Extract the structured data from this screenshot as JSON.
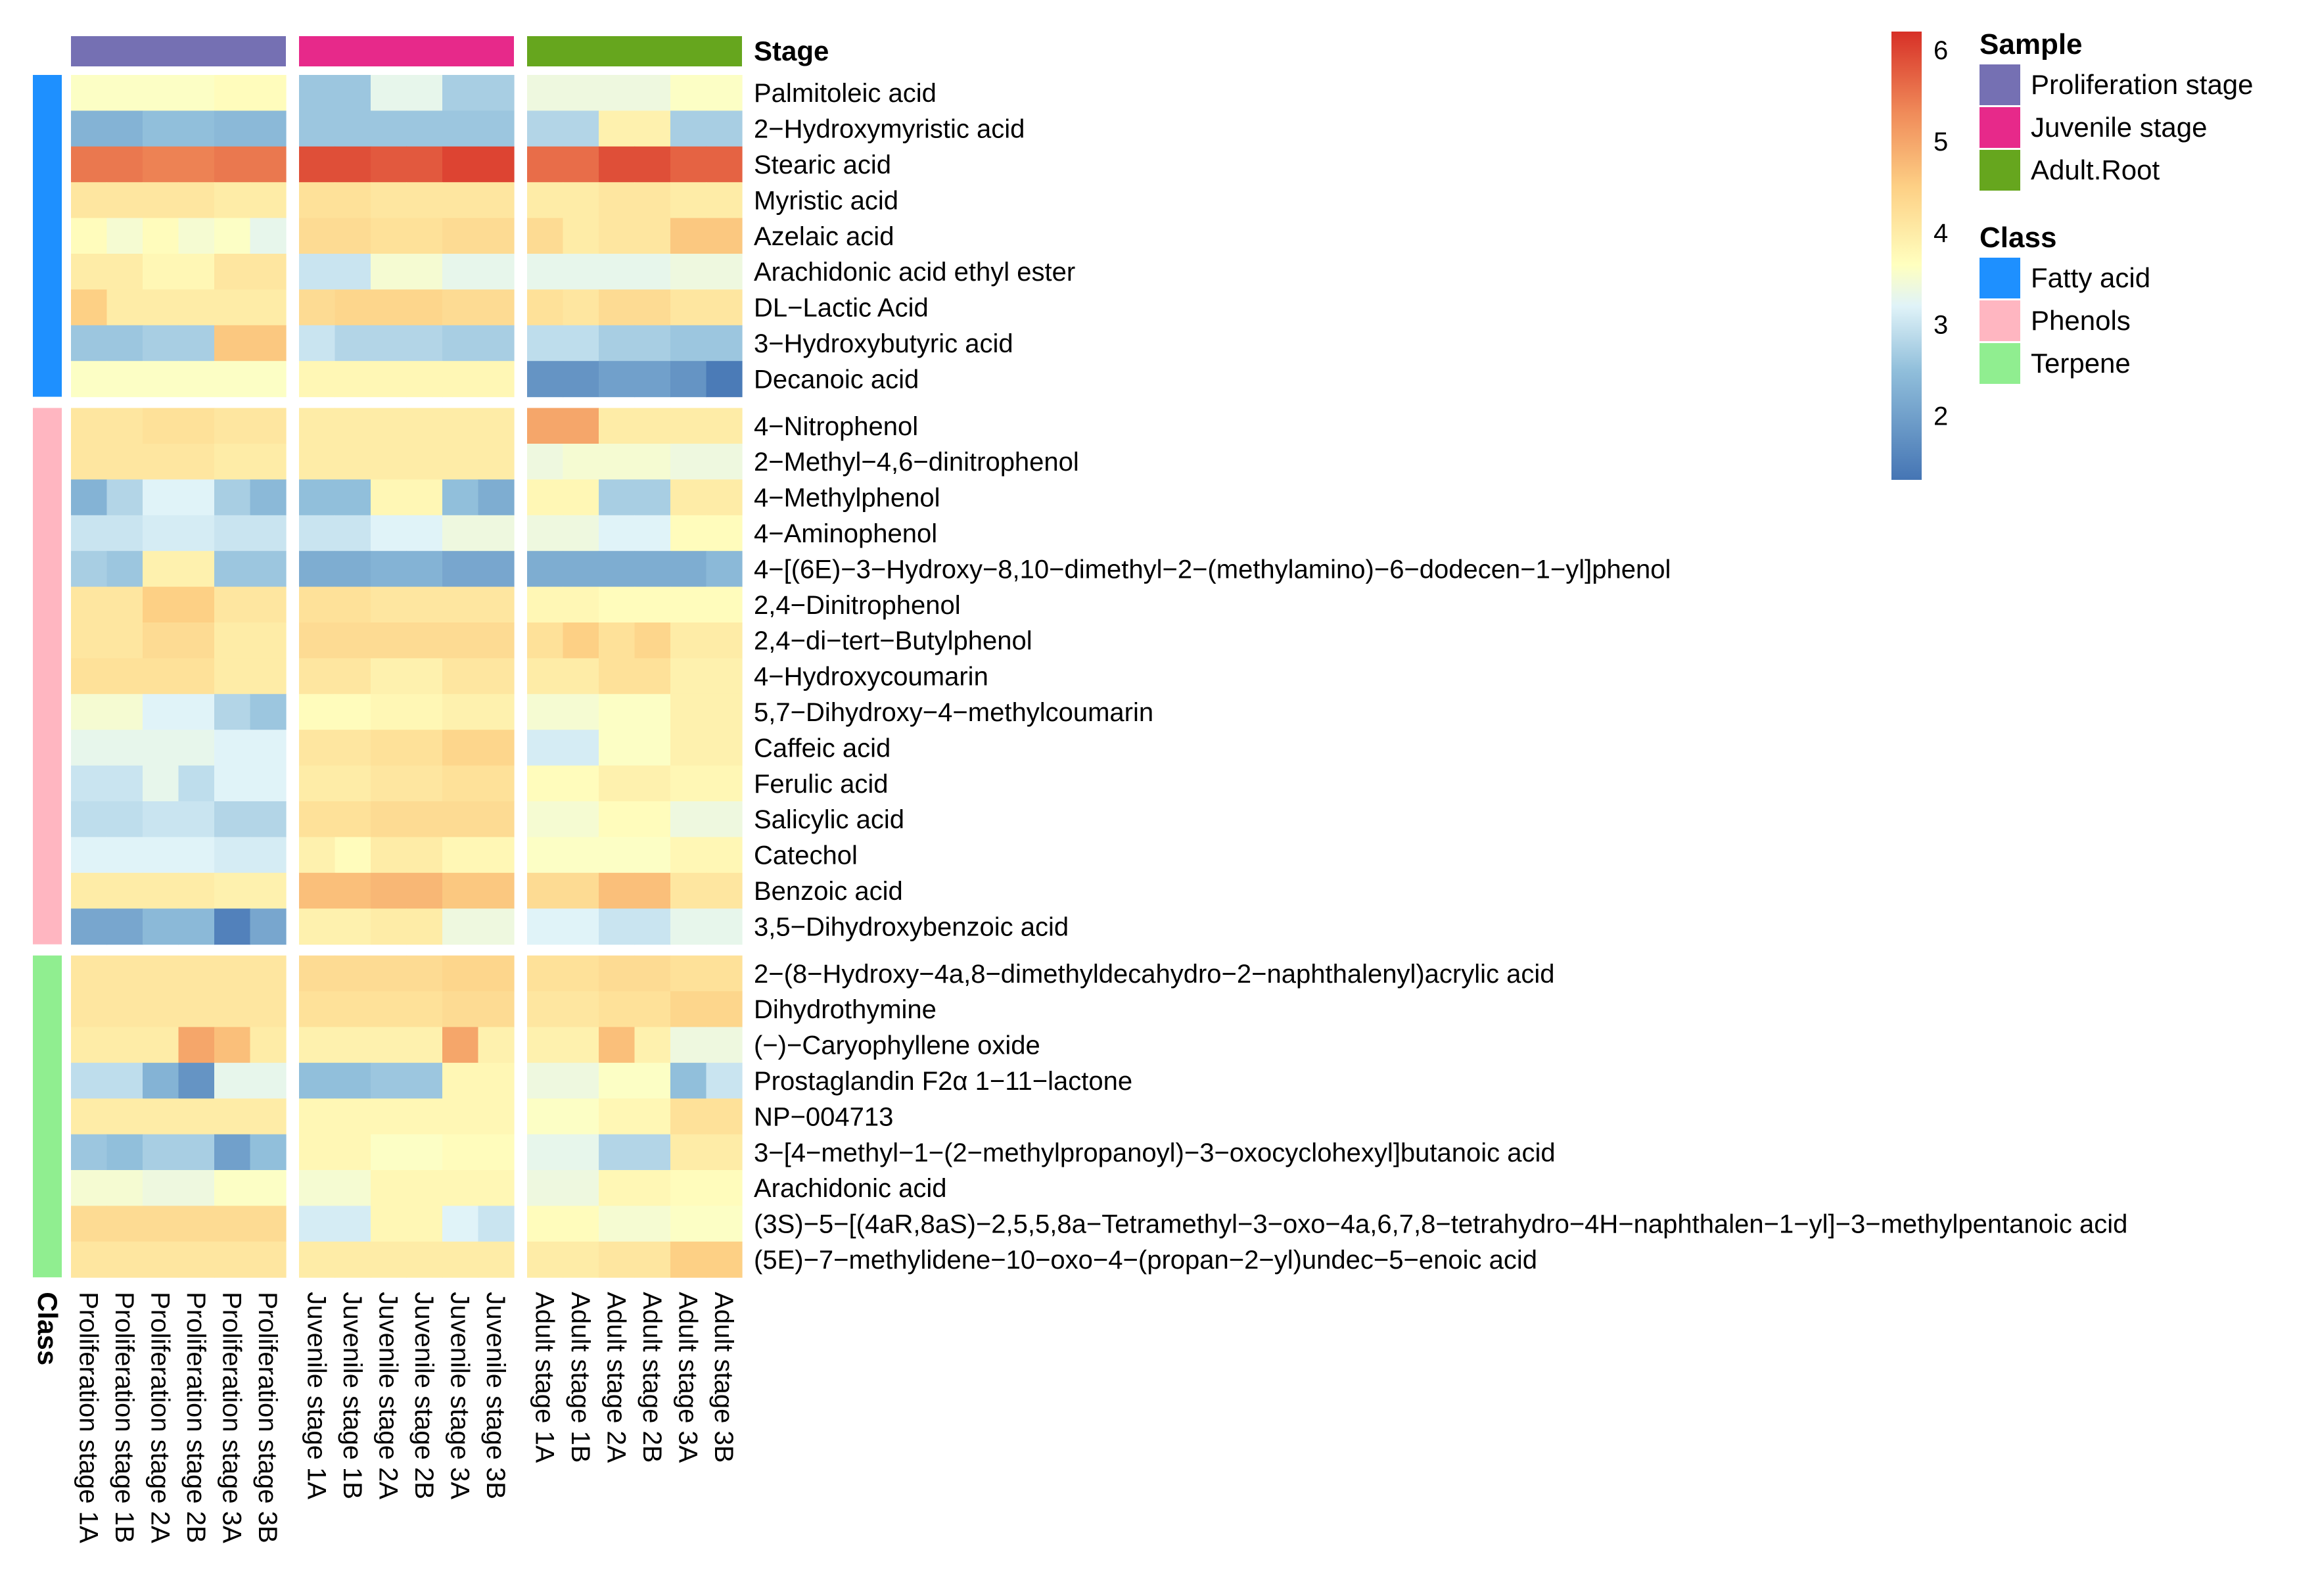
{
  "chart_data": {
    "type": "heatmap",
    "columns": [
      "Proliferation stage 1A",
      "Proliferation stage 1B",
      "Proliferation stage 2A",
      "Proliferation stage 2B",
      "Proliferation stage 3A",
      "Proliferation stage 3B",
      "Juvenile stage 1A",
      "Juvenile stage 1B",
      "Juvenile stage 2A",
      "Juvenile stage 2B",
      "Juvenile stage 3A",
      "Juvenile stage 3B",
      "Adult stage 1A",
      "Adult stage 1B",
      "Adult stage 2A",
      "Adult stage 2B",
      "Adult stage 3A",
      "Adult stage 3B"
    ],
    "column_groups": [
      {
        "label": "Proliferation stage",
        "color": "#7570b3",
        "count": 6
      },
      {
        "label": "Juvenile stage",
        "color": "#e7298a",
        "count": 6
      },
      {
        "label": "Adult.Root",
        "color": "#66a61e",
        "count": 6
      }
    ],
    "row_groups": [
      {
        "label": "Fatty acid",
        "color": "#1e90ff",
        "count": 9
      },
      {
        "label": "Phenols",
        "color": "#ffb6c1",
        "count": 15
      },
      {
        "label": "Terpene",
        "color": "#90ee90",
        "count": 9
      }
    ],
    "rows": [
      "Palmitoleic acid",
      "2−Hydroxymyristic acid",
      "Stearic acid",
      "Myristic acid",
      "Azelaic acid",
      "Arachidonic acid ethyl ester",
      "DL−Lactic Acid",
      "3−Hydroxybutyric acid",
      "Decanoic acid",
      "4−Nitrophenol",
      "2−Methyl−4,6−dinitrophenol",
      "4−Methylphenol",
      "4−Aminophenol",
      "4−[(6E)−3−Hydroxy−8,10−dimethyl−2−(methylamino)−6−dodecen−1−yl]phenol",
      "2,4−Dinitrophenol",
      "2,4−di−tert−Butylphenol",
      "4−Hydroxycoumarin",
      "5,7−Dihydroxy−4−methylcoumarin",
      "Caffeic acid",
      "Ferulic acid",
      "Salicylic acid",
      "Catechol",
      "Benzoic acid",
      "3,5−Dihydroxybenzoic acid",
      "2−(8−Hydroxy−4a,8−dimethyldecahydro−2−naphthalenyl)acrylic acid",
      "Dihydrothymine",
      "(−)−Caryophyllene oxide",
      "Prostaglandin F2α 1−11−lactone",
      "NP−004713",
      "3−[4−methyl−1−(2−methylpropanoyl)−3−oxocyclohexyl]butanoic acid",
      "Arachidonic acid",
      "(3S)−5−[(4aR,8aS)−2,5,5,8a−Tetramethyl−3−oxo−4a,6,7,8−tetrahydro−4H−naphthalen−1−yl]−3−methylpentanoic acid",
      "(5E)−7−methylidene−10−oxo−4−(propan−2−yl)undec−5−enoic acid"
    ],
    "values": [
      [
        3.6,
        3.6,
        3.6,
        3.6,
        3.7,
        3.7,
        2.6,
        2.6,
        3.3,
        3.3,
        2.7,
        2.7,
        3.4,
        3.4,
        3.4,
        3.4,
        3.6,
        3.6
      ],
      [
        2.3,
        2.3,
        2.5,
        2.5,
        2.4,
        2.4,
        2.6,
        2.6,
        2.6,
        2.6,
        2.6,
        2.6,
        2.8,
        2.8,
        3.9,
        3.9,
        2.7,
        2.7
      ],
      [
        5.5,
        5.5,
        5.4,
        5.4,
        5.5,
        5.5,
        5.9,
        5.9,
        5.8,
        5.8,
        6.0,
        6.0,
        5.6,
        5.6,
        5.9,
        5.9,
        5.7,
        5.7
      ],
      [
        4.1,
        4.1,
        4.1,
        4.1,
        4.0,
        4.0,
        4.2,
        4.2,
        4.1,
        4.1,
        4.1,
        4.1,
        4.0,
        4.0,
        4.1,
        4.1,
        4.0,
        4.0
      ],
      [
        3.7,
        3.5,
        3.7,
        3.5,
        3.6,
        3.3,
        4.3,
        4.3,
        4.2,
        4.2,
        4.3,
        4.3,
        4.3,
        4.0,
        4.1,
        4.1,
        4.6,
        4.6
      ],
      [
        4.0,
        4.0,
        3.8,
        3.8,
        4.1,
        4.1,
        3.0,
        3.0,
        3.5,
        3.5,
        3.3,
        3.3,
        3.3,
        3.3,
        3.3,
        3.3,
        3.4,
        3.4
      ],
      [
        4.5,
        4.0,
        4.0,
        4.0,
        4.0,
        4.0,
        4.3,
        4.4,
        4.4,
        4.4,
        4.3,
        4.3,
        4.2,
        4.1,
        4.3,
        4.3,
        4.1,
        4.1
      ],
      [
        2.6,
        2.6,
        2.7,
        2.7,
        4.6,
        4.6,
        3.0,
        2.8,
        2.8,
        2.8,
        2.7,
        2.7,
        2.9,
        2.9,
        2.7,
        2.7,
        2.6,
        2.6
      ],
      [
        3.6,
        3.6,
        3.6,
        3.6,
        3.6,
        3.6,
        3.8,
        3.8,
        3.8,
        3.8,
        3.8,
        3.8,
        1.8,
        1.8,
        2.0,
        2.0,
        1.8,
        1.4
      ],
      [
        4.1,
        4.1,
        4.2,
        4.2,
        4.1,
        4.1,
        4.0,
        4.0,
        4.0,
        4.0,
        4.0,
        4.0,
        5.0,
        5.0,
        4.0,
        4.0,
        4.0,
        4.0
      ],
      [
        4.1,
        4.1,
        4.1,
        4.1,
        4.0,
        4.0,
        4.0,
        4.0,
        4.0,
        4.0,
        4.0,
        4.0,
        3.4,
        3.5,
        3.5,
        3.5,
        3.4,
        3.4
      ],
      [
        2.3,
        2.8,
        3.2,
        3.2,
        2.7,
        2.4,
        2.5,
        2.5,
        3.8,
        3.8,
        2.5,
        2.2,
        3.8,
        3.8,
        2.7,
        2.7,
        4.0,
        4.0
      ],
      [
        3.0,
        3.0,
        3.1,
        3.1,
        3.0,
        3.0,
        3.0,
        3.0,
        3.2,
        3.2,
        3.4,
        3.4,
        3.4,
        3.4,
        3.2,
        3.2,
        3.7,
        3.7
      ],
      [
        2.7,
        2.6,
        3.9,
        3.9,
        2.6,
        2.6,
        2.2,
        2.2,
        2.3,
        2.3,
        2.1,
        2.1,
        2.2,
        2.2,
        2.2,
        2.2,
        2.2,
        2.4
      ],
      [
        4.1,
        4.1,
        4.5,
        4.5,
        4.1,
        4.1,
        4.2,
        4.2,
        4.1,
        4.1,
        4.1,
        4.1,
        3.8,
        3.8,
        3.7,
        3.7,
        3.7,
        3.7
      ],
      [
        4.1,
        4.1,
        4.3,
        4.3,
        4.0,
        4.0,
        4.3,
        4.3,
        4.3,
        4.3,
        4.3,
        4.3,
        4.2,
        4.5,
        4.2,
        4.4,
        4.0,
        4.0
      ],
      [
        4.2,
        4.2,
        4.2,
        4.2,
        4.0,
        4.0,
        4.1,
        4.1,
        3.9,
        3.9,
        4.1,
        4.1,
        4.0,
        4.0,
        4.2,
        4.2,
        3.9,
        3.9
      ],
      [
        3.5,
        3.5,
        3.2,
        3.2,
        2.8,
        2.6,
        3.7,
        3.7,
        3.8,
        3.8,
        3.9,
        3.9,
        3.5,
        3.5,
        3.6,
        3.6,
        3.9,
        3.9
      ],
      [
        3.3,
        3.3,
        3.3,
        3.3,
        3.2,
        3.2,
        4.1,
        4.1,
        4.2,
        4.2,
        4.4,
        4.4,
        3.1,
        3.1,
        3.6,
        3.6,
        3.9,
        3.9
      ],
      [
        3.0,
        3.0,
        3.3,
        2.9,
        3.2,
        3.2,
        4.0,
        4.0,
        4.1,
        4.1,
        4.2,
        4.2,
        3.7,
        3.7,
        3.9,
        3.9,
        3.8,
        3.8
      ],
      [
        2.9,
        2.9,
        3.0,
        3.0,
        2.8,
        2.8,
        4.2,
        4.2,
        4.3,
        4.3,
        4.3,
        4.3,
        3.5,
        3.5,
        3.7,
        3.7,
        3.4,
        3.4
      ],
      [
        3.2,
        3.2,
        3.2,
        3.2,
        3.1,
        3.1,
        3.9,
        3.7,
        4.0,
        4.0,
        3.8,
        3.8,
        3.6,
        3.6,
        3.6,
        3.6,
        3.8,
        3.8
      ],
      [
        4.0,
        4.0,
        4.0,
        4.0,
        3.9,
        3.9,
        4.7,
        4.7,
        4.8,
        4.8,
        4.6,
        4.6,
        4.3,
        4.3,
        4.7,
        4.7,
        4.1,
        4.1
      ],
      [
        2.1,
        2.1,
        2.4,
        2.4,
        1.5,
        2.1,
        3.9,
        3.9,
        4.0,
        4.0,
        3.4,
        3.4,
        3.2,
        3.2,
        3.0,
        3.0,
        3.3,
        3.3
      ],
      [
        4.1,
        4.1,
        4.1,
        4.1,
        4.1,
        4.1,
        4.3,
        4.3,
        4.3,
        4.3,
        4.4,
        4.4,
        4.2,
        4.2,
        4.3,
        4.3,
        4.2,
        4.2
      ],
      [
        4.1,
        4.1,
        4.1,
        4.1,
        4.1,
        4.1,
        4.2,
        4.2,
        4.2,
        4.2,
        4.3,
        4.3,
        4.1,
        4.1,
        4.2,
        4.2,
        4.4,
        4.4
      ],
      [
        4.0,
        4.0,
        4.0,
        5.0,
        4.7,
        4.0,
        3.9,
        3.9,
        3.9,
        3.9,
        5.0,
        3.9,
        3.9,
        3.9,
        4.7,
        3.9,
        3.4,
        3.4
      ],
      [
        2.9,
        2.9,
        2.3,
        1.8,
        3.3,
        3.3,
        2.5,
        2.5,
        2.6,
        2.6,
        3.8,
        3.8,
        3.4,
        3.4,
        3.6,
        3.6,
        2.5,
        3.0
      ],
      [
        4.0,
        4.0,
        4.0,
        4.0,
        4.0,
        4.0,
        3.8,
        3.8,
        3.8,
        3.8,
        3.8,
        3.8,
        3.6,
        3.6,
        3.8,
        3.8,
        4.2,
        4.2
      ],
      [
        2.6,
        2.5,
        2.7,
        2.7,
        2.0,
        2.5,
        3.8,
        3.8,
        3.6,
        3.6,
        3.7,
        3.7,
        3.3,
        3.3,
        2.8,
        2.8,
        4.0,
        4.0
      ],
      [
        3.5,
        3.5,
        3.4,
        3.4,
        3.6,
        3.6,
        3.5,
        3.5,
        3.8,
        3.8,
        3.8,
        3.8,
        3.4,
        3.4,
        3.8,
        3.8,
        3.7,
        3.7
      ],
      [
        4.3,
        4.3,
        4.3,
        4.3,
        4.3,
        4.3,
        3.1,
        3.1,
        3.8,
        3.8,
        3.2,
        3.0,
        3.7,
        3.7,
        3.5,
        3.5,
        3.6,
        3.6
      ],
      [
        4.1,
        4.1,
        4.1,
        4.1,
        4.1,
        4.1,
        4.0,
        4.0,
        4.0,
        4.0,
        4.0,
        4.0,
        4.0,
        4.0,
        4.1,
        4.1,
        4.5,
        4.5
      ]
    ],
    "color_scale": {
      "min": 1.3,
      "max": 6.2,
      "stops": [
        {
          "v": 1.3,
          "c": "#4575b4"
        },
        {
          "v": 2.5,
          "c": "#91bfdb"
        },
        {
          "v": 3.2,
          "c": "#e0f3f8"
        },
        {
          "v": 3.65,
          "c": "#ffffbf"
        },
        {
          "v": 4.5,
          "c": "#fdd085"
        },
        {
          "v": 5.3,
          "c": "#f08c5a"
        },
        {
          "v": 6.2,
          "c": "#d73027"
        }
      ],
      "ticks": [
        2,
        3,
        4,
        5,
        6
      ]
    },
    "legends": {
      "sample_title": "Sample",
      "sample_items": [
        {
          "label": "Proliferation stage",
          "color": "#7570b3"
        },
        {
          "label": "Juvenile stage",
          "color": "#e7298a"
        },
        {
          "label": "Adult.Root",
          "color": "#66a61e"
        }
      ],
      "class_title": "Class",
      "class_items": [
        {
          "label": "Fatty acid",
          "color": "#1e90ff"
        },
        {
          "label": "Phenols",
          "color": "#ffb6c1"
        },
        {
          "label": "Terpene",
          "color": "#90ee90"
        }
      ]
    },
    "col_annotation_label": "Stage",
    "row_annotation_label": "Class"
  }
}
